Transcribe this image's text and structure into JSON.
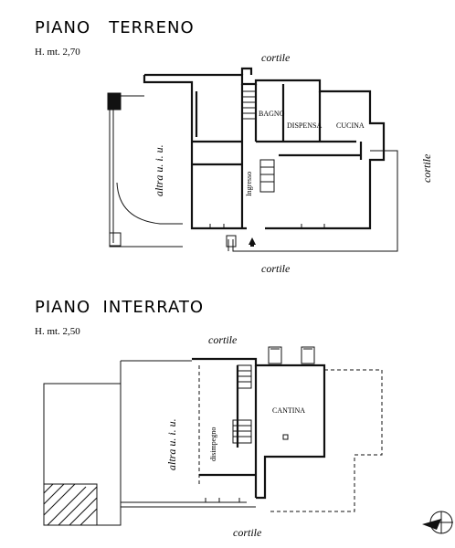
{
  "ground_floor": {
    "title": "PIANO   TERRENO",
    "height": "H. mt. 2,70",
    "top_label": "cortile",
    "bottom_label": "cortile",
    "right_label": "cortile",
    "left_label": "altra u. i. u.",
    "rooms": {
      "bagno": "BAGNO",
      "dispensa": "DISPENSA",
      "cucina": "CUCINA",
      "ingresso": "Ingresso"
    }
  },
  "basement": {
    "title": "PIANO  INTERRATO",
    "height": "H. mt. 2,50",
    "top_label": "cortile",
    "bottom_label": "cortile",
    "left_label": "altra u. i. u.",
    "rooms": {
      "cantina": "CANTINA",
      "disimpegno": "disimpegno"
    }
  }
}
